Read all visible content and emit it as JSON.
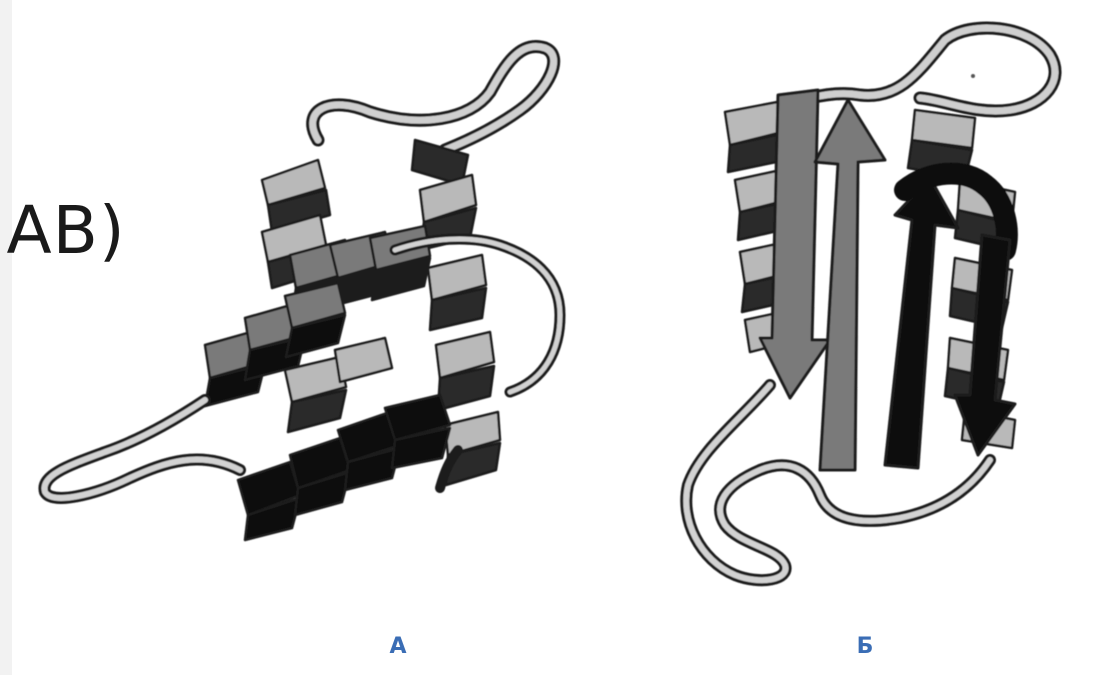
{
  "partial_text": "IAB)",
  "panels": [
    {
      "label": "А"
    },
    {
      "label": "Б"
    }
  ],
  "colors": {
    "ribbon_light": "#b9b9b9",
    "ribbon_mid": "#7a7a7a",
    "ribbon_dark": "#111111",
    "outline": "#1a1a1a",
    "label": "#3a6db5"
  }
}
